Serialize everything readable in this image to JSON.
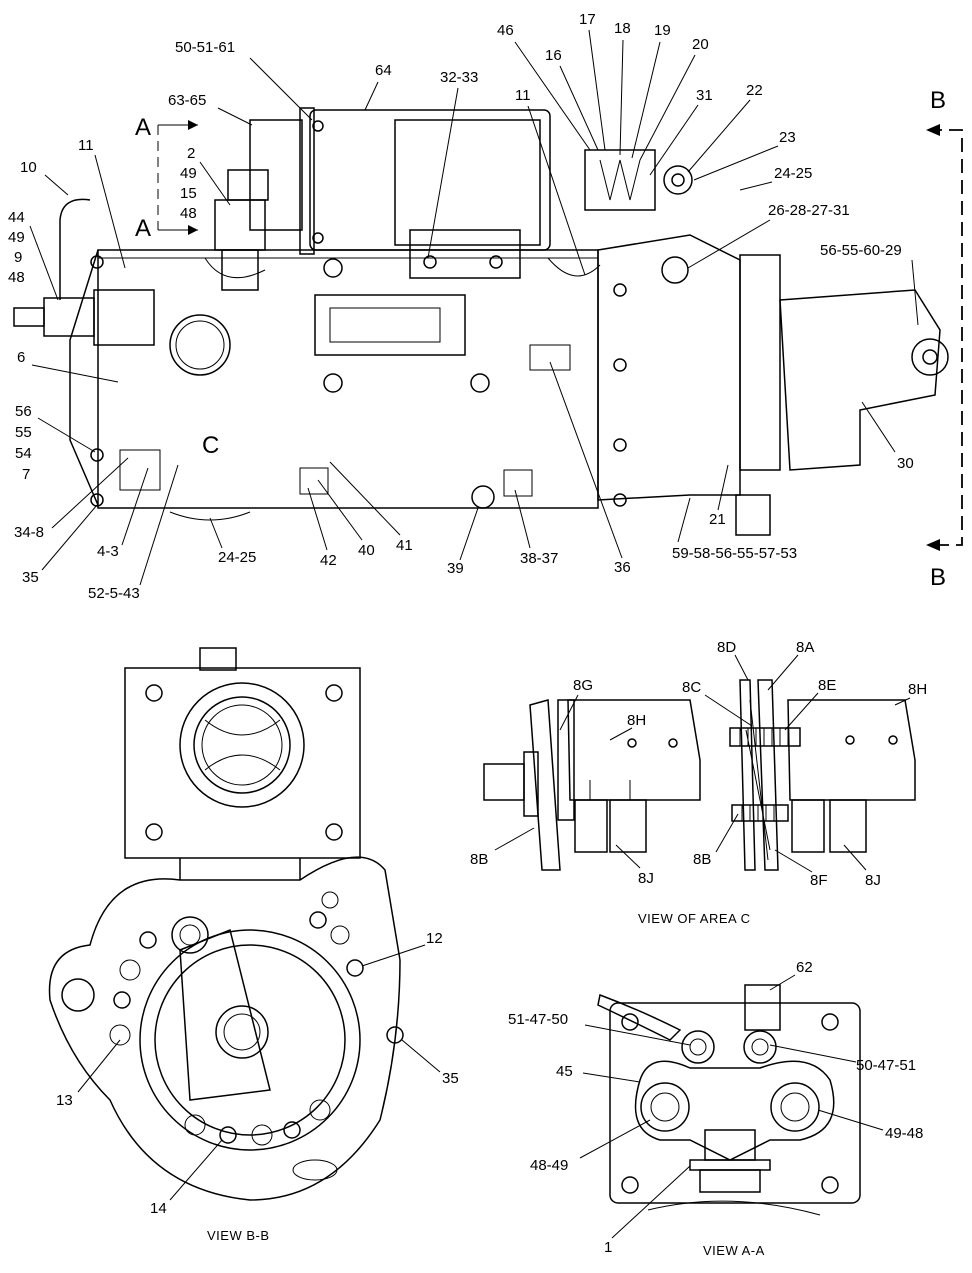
{
  "main_view": {
    "section_letters": {
      "a_top": "A",
      "a_bottom": "A",
      "b_top": "B",
      "b_bottom": "B",
      "c": "C"
    },
    "callouts": [
      "50-51-61",
      "64",
      "63-65",
      "2",
      "49",
      "15",
      "48",
      "10",
      "11",
      "44",
      "49",
      "9",
      "48",
      "32-33",
      "46",
      "16",
      "17",
      "18",
      "19",
      "20",
      "31",
      "22",
      "23",
      "24-25",
      "26-28-27-31",
      "56-55-60-29",
      "11",
      "6",
      "56",
      "55",
      "54",
      "7",
      "34-8",
      "35",
      "4-3",
      "52-5-43",
      "24-25",
      "42",
      "40",
      "41",
      "39",
      "38-37",
      "36",
      "21",
      "59-58-56-55-57-53",
      "30"
    ]
  },
  "view_bb": {
    "caption": "VIEW  B-B",
    "callouts": [
      "12",
      "13",
      "14",
      "35"
    ]
  },
  "view_c": {
    "caption": "VIEW OF AREA  C",
    "callouts": [
      "8G",
      "8H",
      "8B",
      "8J",
      "8D",
      "8A",
      "8C",
      "8E",
      "8H",
      "8B",
      "8F",
      "8J"
    ]
  },
  "view_aa": {
    "caption": "VIEW  A-A",
    "callouts": [
      "62",
      "51-47-50",
      "50-47-51",
      "45",
      "49-48",
      "48-49",
      "1"
    ]
  }
}
